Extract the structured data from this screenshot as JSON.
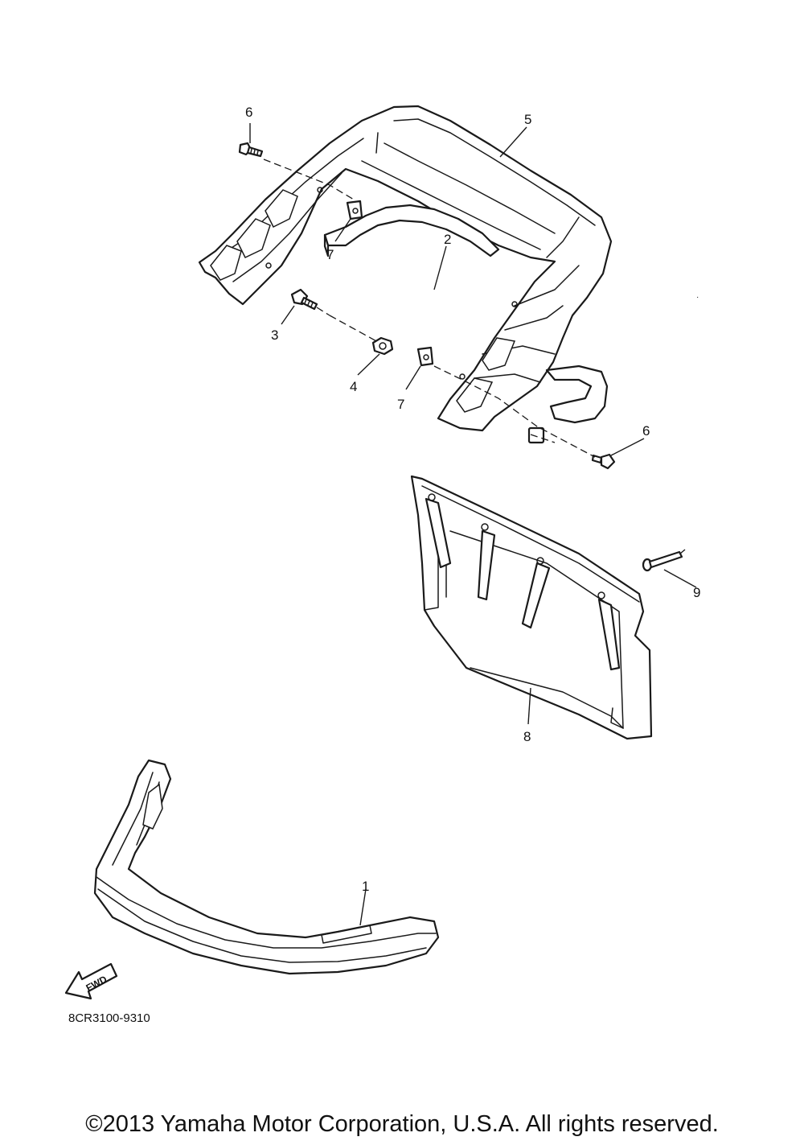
{
  "diagram": {
    "callouts": {
      "c1": "1",
      "c2": "2",
      "c3": "3",
      "c4": "4",
      "c5": "5",
      "c6_top": "6",
      "c6_right": "6",
      "c7_top": "7",
      "c7_mid": "7",
      "c8": "8",
      "c9": "9"
    },
    "fwd_label": "FWD",
    "part_code": "8CR3100-9310"
  },
  "footer": {
    "copyright": "©2013 Yamaha Motor Corporation, U.S.A. All rights reserved."
  }
}
